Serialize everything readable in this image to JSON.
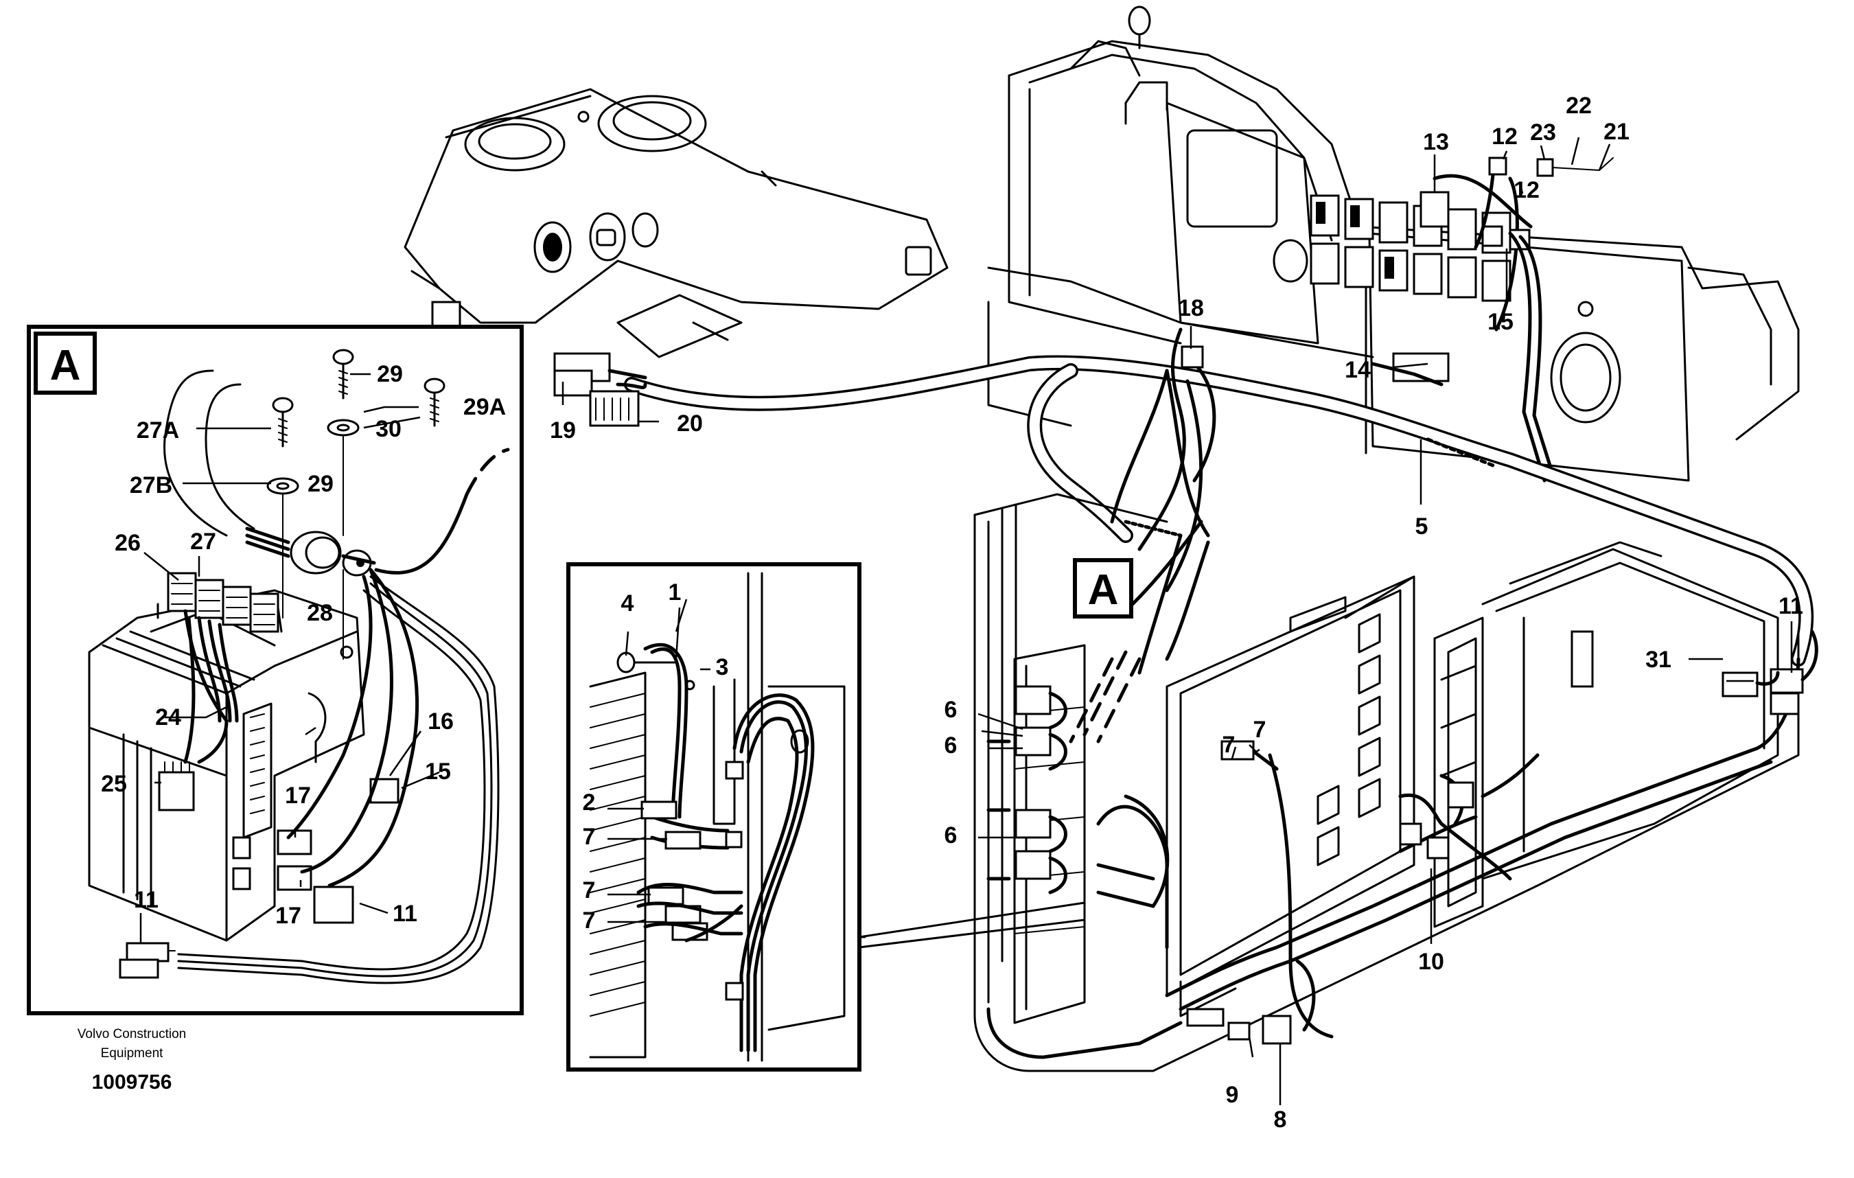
{
  "detail_label": "A",
  "credit": {
    "line1": "Volvo Construction",
    "line2": "Equipment"
  },
  "drawing_number": "1009756",
  "callouts": {
    "c1": "1",
    "c2": "2",
    "c3": "3",
    "c4": "4",
    "c5": "5",
    "c6a": "6",
    "c6b": "6",
    "c6c": "6",
    "c7a": "7",
    "c7b": "7",
    "c7c": "7",
    "c7d": "7",
    "c7e": "7",
    "c8": "8",
    "c9": "9",
    "c10": "10",
    "c11a": "11",
    "c11b": "11",
    "c11c": "11",
    "c12a": "12",
    "c12b": "12",
    "c13": "13",
    "c14": "14",
    "c15a": "15",
    "c15b": "15",
    "c16": "16",
    "c17a": "17",
    "c17b": "17",
    "c18": "18",
    "c19": "19",
    "c20": "20",
    "c21": "21",
    "c22": "22",
    "c23": "23",
    "c24": "24",
    "c25": "25",
    "c26": "26",
    "c27": "27",
    "c27a": "27A",
    "c27b": "27B",
    "c28": "28",
    "c29a": "29",
    "c29b": "29",
    "c29A": "29A",
    "c30": "30",
    "c31": "31"
  }
}
